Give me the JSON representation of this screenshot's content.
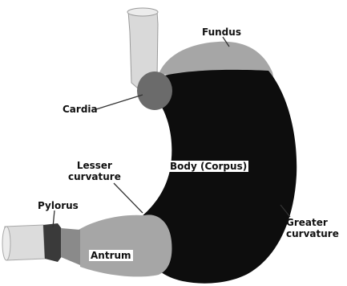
{
  "diagram": {
    "labels": {
      "fundus": "Fundus",
      "cardia": "Cardia",
      "lesser_line1": "Lesser",
      "lesser_line2": "curvature",
      "body": "Body (Corpus)",
      "pylorus": "Pylorus",
      "greater_line1": "Greater",
      "greater_line2": "curvature",
      "antrum": "Antrum"
    },
    "colors": {
      "body": "#0d0d0d",
      "fundus": "#a6a6a6",
      "antrum": "#a6a6a6",
      "cardia": "#6b6b6b",
      "esophagus": "#d9d9d9",
      "duodenum": "#dcdcdc",
      "pylorus": "#3a3a3a",
      "leader_line": "#333333"
    }
  }
}
